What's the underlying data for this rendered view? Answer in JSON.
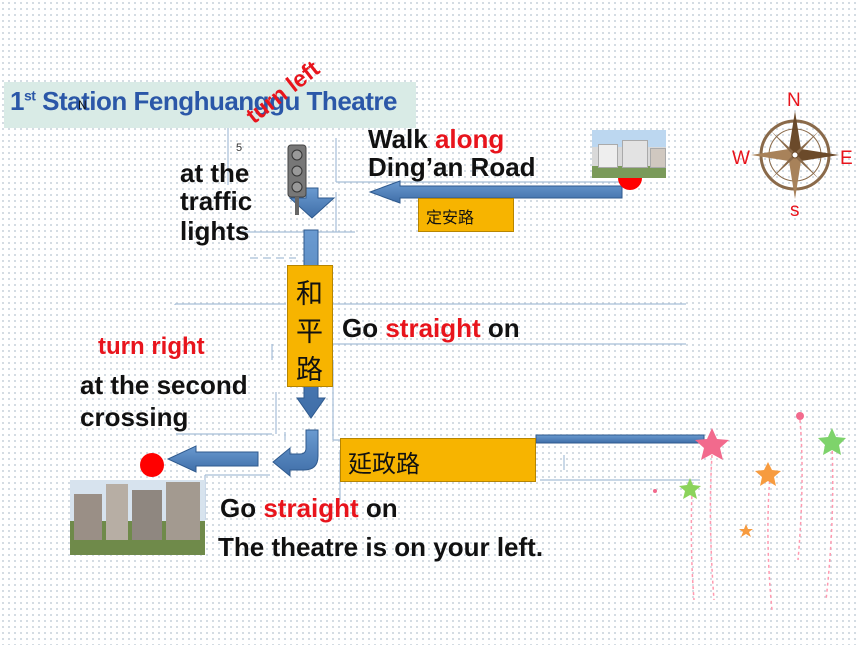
{
  "title": {
    "prefix": "1",
    "sup": "st",
    "rest": " Station Fenghuanggu Theatre",
    "marker": "N",
    "grid_number": "5"
  },
  "instructions": {
    "walk_along": "Walk ",
    "along": "along",
    "road1_name": "Ding’an Road",
    "turn_left": "turn left",
    "at_the": "at the",
    "traffic": "traffic",
    "lights": "lights",
    "go_straight_1_pre": "Go ",
    "go_straight_1_word": "straight",
    "go_straight_1_post": " on",
    "turn_right": "turn right",
    "at_second": "at the second",
    "crossing": "crossing",
    "go_straight_2_pre": "Go ",
    "go_straight_2_word": "straight",
    "go_straight_2_post": " on",
    "theatre": "The theatre is on your left."
  },
  "roads": {
    "dingan": "定安路",
    "heping_1": "和",
    "heping_2": "平",
    "heping_3": "路",
    "yanzheng": "延政路"
  },
  "compass": {
    "n": "N",
    "s": "s",
    "e": "E",
    "w": "W"
  },
  "colors": {
    "accent_red": "#e8141c",
    "arrow_blue": "#4f81bd",
    "road_yellow": "#f7b400",
    "title_blue": "#2b57a8"
  }
}
